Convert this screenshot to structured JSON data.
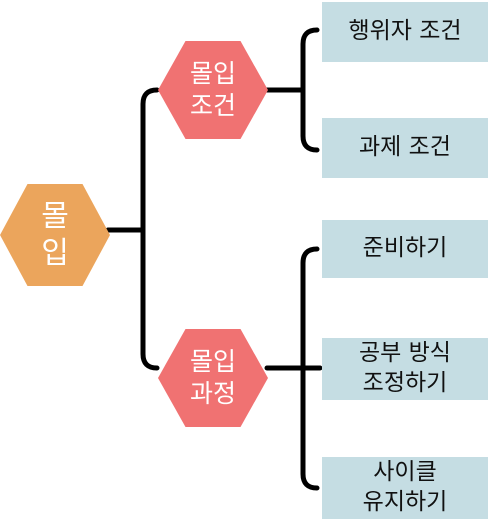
{
  "diagram": {
    "root": {
      "lines": [
        "몰",
        "입"
      ]
    },
    "branches": [
      {
        "lines": [
          "몰입",
          "조건"
        ],
        "children": [
          {
            "lines": [
              "행위자 조건"
            ]
          },
          {
            "lines": [
              "과제 조건"
            ]
          }
        ]
      },
      {
        "lines": [
          "몰입",
          "과정"
        ],
        "children": [
          {
            "lines": [
              "준비하기"
            ]
          },
          {
            "lines": [
              "공부 방식",
              "조정하기"
            ]
          },
          {
            "lines": [
              "사이클",
              "유지하기"
            ]
          }
        ]
      }
    ],
    "colors": {
      "root": "#eba55c",
      "branch": "#f07272",
      "leaf": "#c5dde3",
      "connector": "#000000"
    }
  }
}
